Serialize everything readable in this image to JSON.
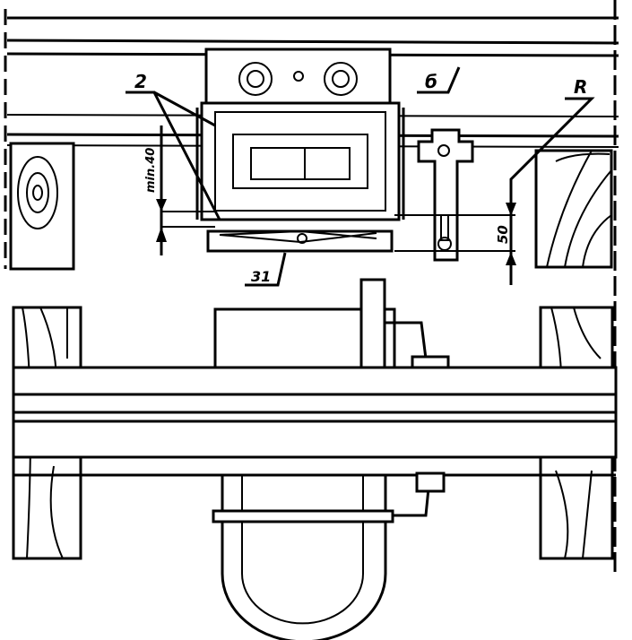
{
  "labels": {
    "part_2": "2",
    "part_6": "б",
    "part_R": "R",
    "part_31": "31",
    "dim_min40": "min.40",
    "dim_50": "50"
  }
}
